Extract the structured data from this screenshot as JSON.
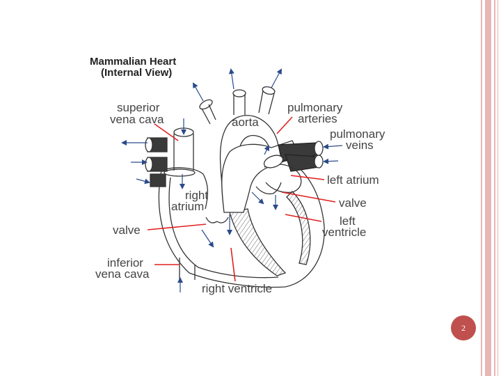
{
  "diagram": {
    "title_line1": "Mammalian Heart",
    "title_line2": "(Internal View)",
    "labels": {
      "superior_vena_cava_1": "superior",
      "superior_vena_cava_2": "vena cava",
      "aorta": "aorta",
      "pulmonary_arteries_1": "pulmonary",
      "pulmonary_arteries_2": "arteries",
      "pulmonary_veins_1": "pulmonary",
      "pulmonary_veins_2": "veins",
      "left_atrium": "left atrium",
      "right_atrium_1": "right",
      "right_atrium_2": "atrium",
      "valve_right": "valve",
      "valve_left": "valve",
      "left_ventricle_1": "left",
      "left_ventricle_2": "ventricle",
      "inferior_vena_cava_1": "inferior",
      "inferior_vena_cava_2": "vena cava",
      "right_ventricle": "right ventricle"
    }
  },
  "page_number": "2",
  "colors": {
    "accent": "#c0504d",
    "border_pink": "#e8b7b5",
    "pointer_line": "#e02020",
    "arrow": "#2a4a8a",
    "outline": "#333333",
    "shaded": "#3a3a3a"
  }
}
